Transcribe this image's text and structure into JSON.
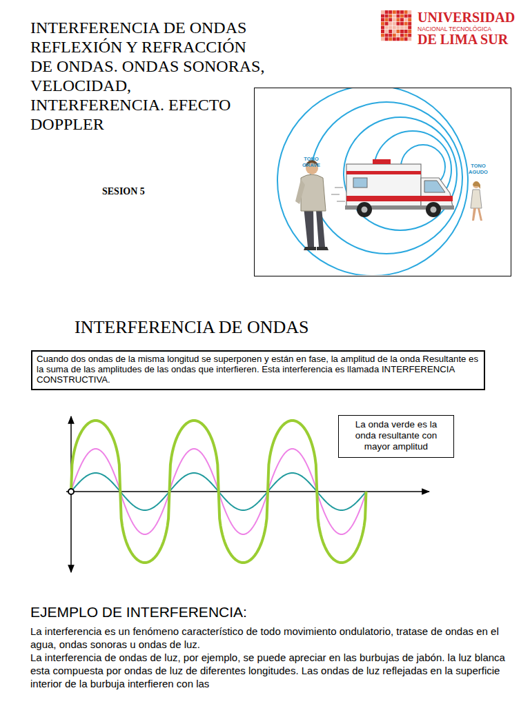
{
  "diagram": {
    "title": "INTERFERENCIA DE ONDAS REFLEXIÓN Y REFRACCIÓN DE ONDAS. ONDAS SONORAS, VELOCIDAD, INTERFERENCIA. EFECTO DOPPLER",
    "nodes": [
      {
        "text": [
          "TONO GRAVE",
          "TONO AGUDO"
        ]
      },
      {
        "text": [
          "Cuando dos ondas de la misma longitud se superponen y están en fase, la amplitud de la onda Resultante es la suma de las amplitudes de las ondas que interfieren. Esta interferencia es llamada INTERFERENCIA CONSTRUCTIVA."
        ]
      },
      {
        "text": [
          "La onda verde es la onda resultante con mayor amplitud"
        ]
      }
    ],
    "labels": [
      "UNIVERSIDAD",
      "NACIONAL TECNOLÓGICA",
      "DE LIMA SUR",
      "SESION 5",
      "INTERFERENCIA DE ONDAS",
      "EJEMPLO DE INTERFERENCIA:",
      "La interferencia es un fenómeno característico de todo movimiento ondulatorio, tratase de ondas en el agua, ondas sonoras u ondas de luz.",
      "La interferencia de ondas de luz, por ejemplo, se puede apreciar en las burbujas de jabón. la luz blanca esta compuesta por ondas de luz de diferentes longitudes. Las ondas de luz reflejadas en la superficie interior de la burbuja interfieren con las"
    ]
  }
}
